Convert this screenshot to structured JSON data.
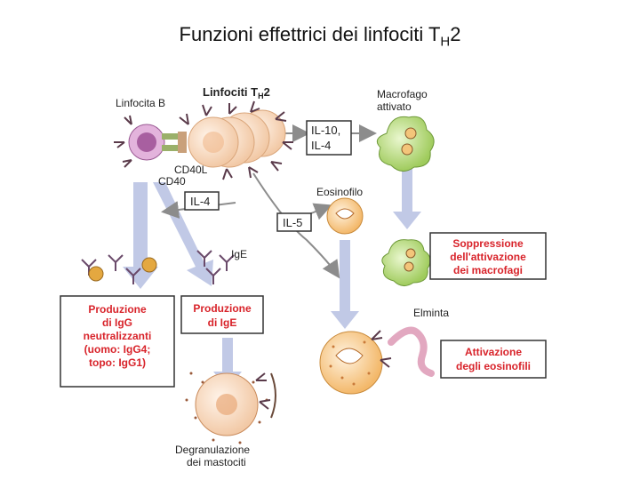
{
  "title": {
    "main": "Funzioni effettrici dei linfociti T",
    "sub": "H",
    "suffix": "2"
  },
  "labels": {
    "b_cell": "Linfocita B",
    "th2_main": "Linfociti T",
    "th2_sub": "H",
    "th2_suffix": "2",
    "macrophage_1": "Macrofago",
    "macrophage_2": "attivato",
    "cd40l": "CD40L",
    "cd40": "CD40",
    "eosinophil": "Eosinofilo",
    "ige": "IgE",
    "helminth": "Elminta",
    "mast_1": "Degranulazione",
    "mast_2": "dei mastociti"
  },
  "boxes": {
    "il10_il4_line1": "IL-10,",
    "il10_il4_line2": "IL-4",
    "il4": "IL-4",
    "il5": "IL-5"
  },
  "red_boxes": {
    "igg": [
      "Produzione",
      "di IgG",
      "neutralizzanti",
      "(uomo: IgG4;",
      "topo: IgG1)"
    ],
    "ige": [
      "Produzione",
      "di IgE"
    ],
    "suppression": [
      "Soppressione",
      "dell'attivazione",
      "dei macrofagi"
    ],
    "eos_activation": [
      "Attivazione",
      "degli eosinofili"
    ]
  },
  "colors": {
    "red_text": "#d8232a",
    "box_border": "#333333",
    "arrow_blue": "#a9b3d9",
    "arrow_gray": "#9a9a9a",
    "th2_cell": "#f8dcc4",
    "b_cell": "#c98ac2",
    "macrophage": "#b6d77a",
    "eosinophil": "#f4c27a",
    "mast_cell": "#f6c49a",
    "antibody": "#7a4a7a"
  }
}
